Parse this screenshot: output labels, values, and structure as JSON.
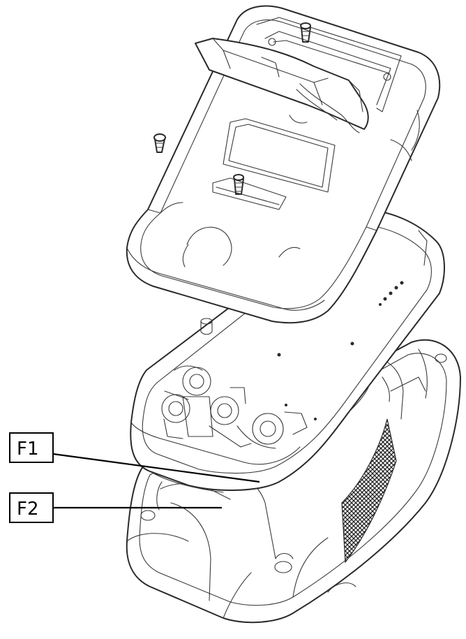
{
  "callouts": [
    {
      "id": "F1",
      "label": "F1"
    },
    {
      "id": "F2",
      "label": "F2"
    }
  ],
  "colors": {
    "line": "#2a2a2a",
    "background": "#ffffff",
    "label_border": "#000000"
  }
}
